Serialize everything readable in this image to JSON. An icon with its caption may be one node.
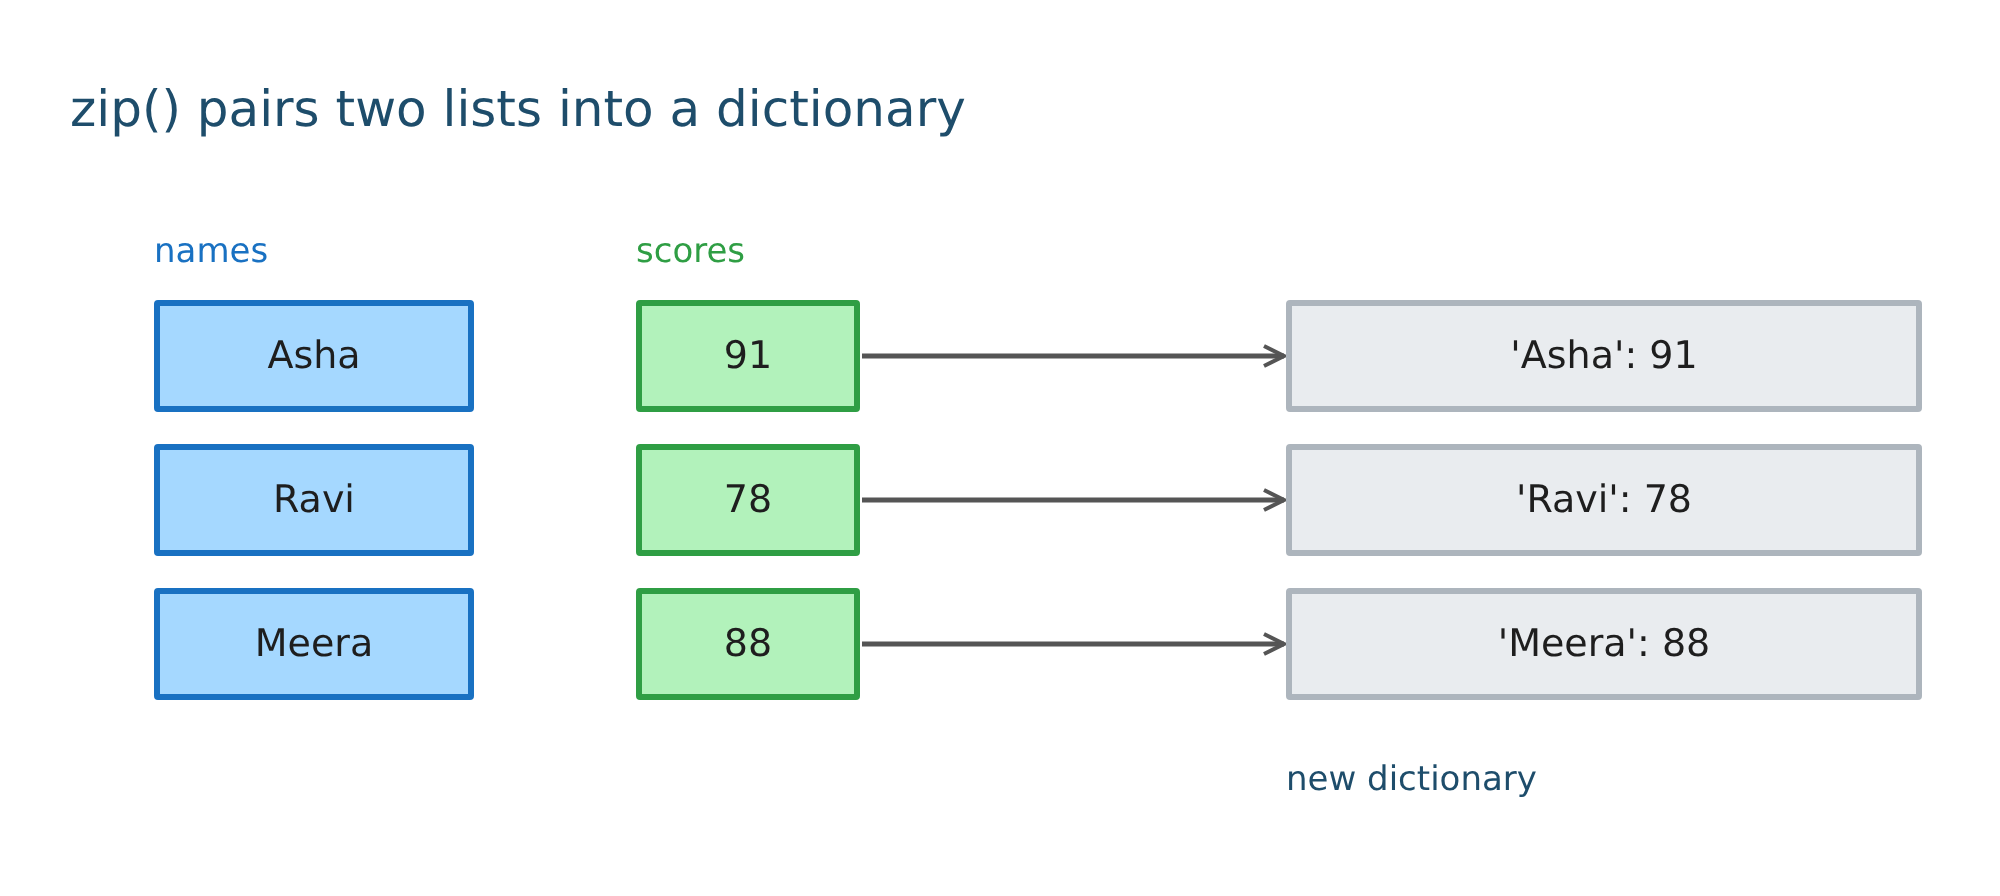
{
  "diagram": {
    "title": "zip() pairs two lists into a dictionary",
    "nodes": [
      {
        "text": [
          "Asha"
        ]
      },
      {
        "text": [
          "Ravi"
        ]
      },
      {
        "text": [
          "Meera"
        ]
      },
      {
        "text": [
          "91"
        ]
      },
      {
        "text": [
          "78"
        ]
      },
      {
        "text": [
          "88"
        ]
      },
      {
        "text": [
          "'Asha': 91"
        ]
      },
      {
        "text": [
          "'Ravi': 78"
        ]
      },
      {
        "text": [
          "'Meera': 88"
        ]
      }
    ],
    "edges": [
      {
        "from": 3,
        "to": 6,
        "arrow": "to"
      },
      {
        "from": 4,
        "to": 7,
        "arrow": "to"
      },
      {
        "from": 5,
        "to": 8,
        "arrow": "to"
      }
    ],
    "labels": [
      "names",
      "scores",
      "new dictionary"
    ]
  }
}
